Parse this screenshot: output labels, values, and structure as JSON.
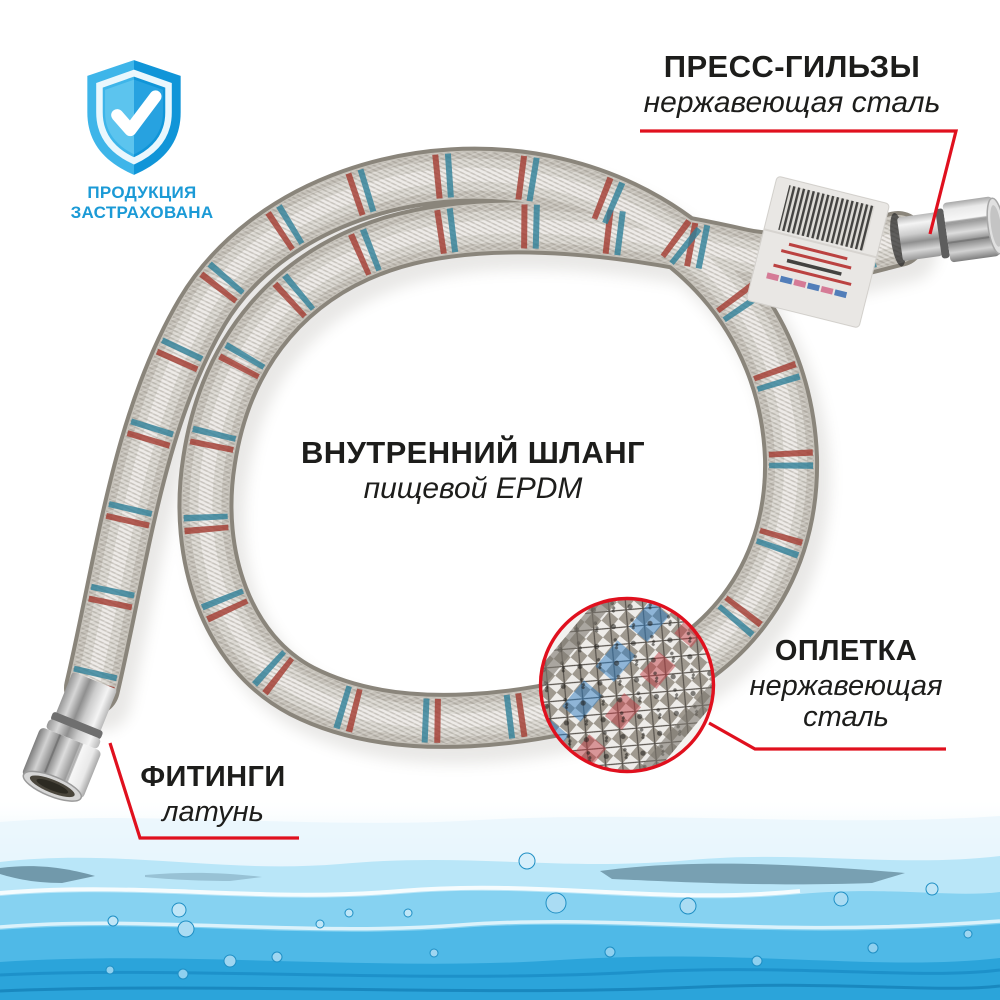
{
  "insurance_badge": {
    "icon": "shield-check-icon",
    "line1": "ПРОДУКЦИЯ",
    "line2": "ЗАСТРАХОВАНА"
  },
  "callouts": {
    "press_sleeves": {
      "title": "ПРЕСС-ГИЛЬЗЫ",
      "subtitle": "нержавеющая сталь"
    },
    "inner_hose": {
      "title": "ВНУТРЕННИЙ ШЛАНГ",
      "subtitle": "пищевой EPDM"
    },
    "braid": {
      "title": "ОПЛЕТКА",
      "subtitle": "нержавеющая сталь"
    },
    "fittings": {
      "title": "ФИТИНГИ",
      "subtitle": "латунь"
    }
  },
  "colors": {
    "leader_line": "#e0101e",
    "badge_blue": "#1b9ad6",
    "title_text": "#1d1d1b",
    "hose_silver": "#c6c2ba",
    "tracer_red": "#a3392f",
    "tracer_blue": "#2e7f98",
    "water_blue": "#35aee2"
  }
}
